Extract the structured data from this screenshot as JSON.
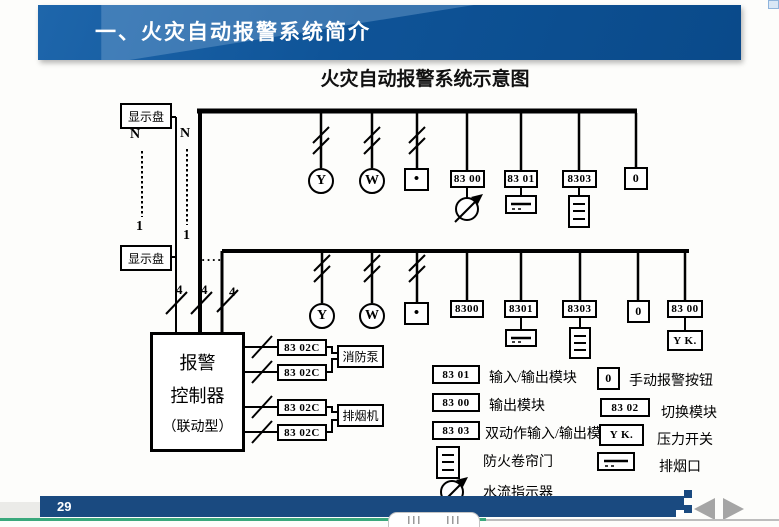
{
  "header": {
    "title": "一、火灾自动报警系统简介"
  },
  "diagram": {
    "title": "火灾自动报警系统示意图",
    "display_panel_top": "显示盘",
    "display_panel_bottom": "显示盘",
    "labels": {
      "n_left": "N",
      "one_left": "1",
      "n_mid": "N",
      "one_mid": "1",
      "dots": "····",
      "wire4_1": "4",
      "wire4_2": "4",
      "wire4_3": "4"
    },
    "controller": {
      "line1": "报警",
      "line2": "控制器",
      "line3": "（联动型）"
    },
    "row1": {
      "detector_y": "Y",
      "detector_w": "W",
      "detector_dot": "•",
      "module_8300": "83 00",
      "module_8301": "83 01",
      "module_8303": "8303",
      "module_0": "0"
    },
    "row2": {
      "detector_y": "Y",
      "detector_w": "W",
      "detector_dot": "•",
      "module_8300": "8300",
      "module_8301": "8301",
      "module_8303": "8303",
      "module_0": "0",
      "module_8300b": "83 00",
      "yk": "Y K."
    },
    "switch_modules": [
      "83 02C",
      "83 02C",
      "83 02C",
      "83 02C"
    ],
    "pump": "消防泵",
    "fan": "排烟机"
  },
  "legend": {
    "left": [
      {
        "symbol": "83 01",
        "label": "输入/输出模块"
      },
      {
        "symbol": "83 00",
        "label": "输出模块"
      },
      {
        "symbol": "83 03",
        "label": "双动作输入/输出模块"
      },
      {
        "symbol": "",
        "label": "防火卷帘门"
      },
      {
        "symbol": "",
        "label": "水流指示器"
      }
    ],
    "right": [
      {
        "symbol": "0",
        "label": "手动报警按钮"
      },
      {
        "symbol": "83 02",
        "label": "切换模块"
      },
      {
        "symbol": "Y K.",
        "label": "压力开关"
      },
      {
        "symbol": "",
        "label": "排烟口"
      }
    ]
  },
  "footer": {
    "page_number": "29"
  },
  "colors": {
    "header_blue": "#0e5397",
    "footer_blue": "#1a4a80",
    "accent_green": "#3aa87c",
    "arrow_gray": "#a5a5a5"
  }
}
